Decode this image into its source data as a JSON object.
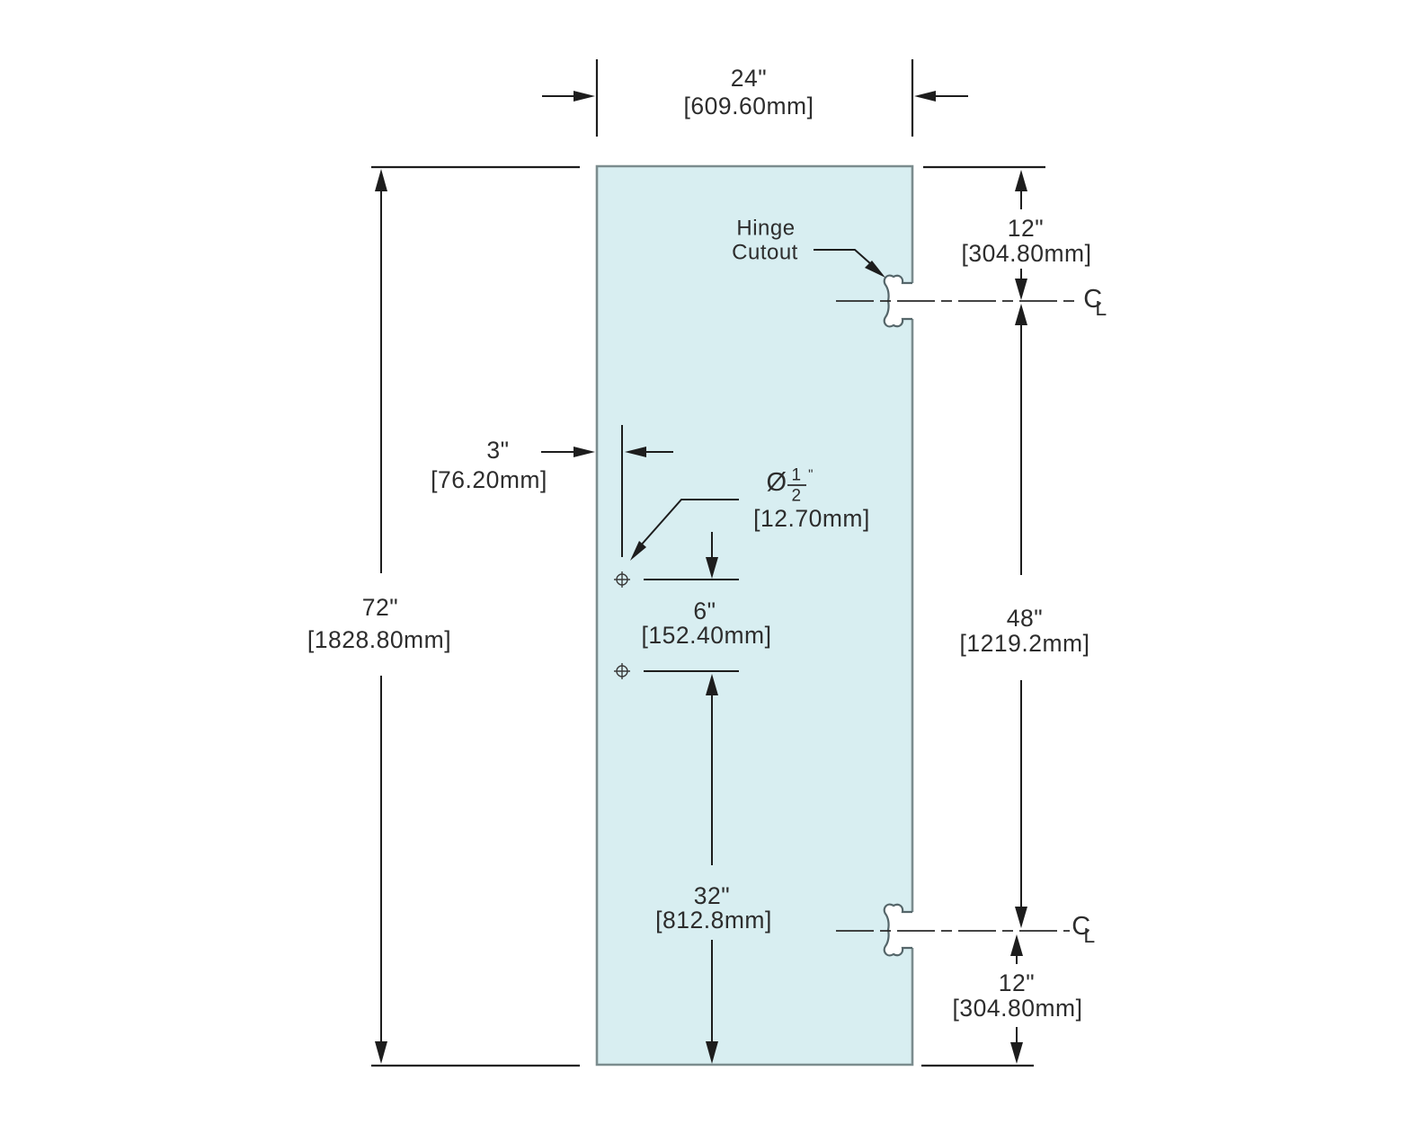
{
  "drawing": {
    "labels": {
      "hinge_cutout_line1": "Hinge",
      "hinge_cutout_line2": "Cutout",
      "centerline_c": "C",
      "centerline_l": "L"
    },
    "dims": {
      "door_width_in": "24\"",
      "door_width_mm": "[609.60mm]",
      "door_height_in": "72\"",
      "door_height_mm": "[1828.80mm]",
      "top_to_hinge_in": "12\"",
      "top_to_hinge_mm": "[304.80mm]",
      "hinge_spacing_in": "48\"",
      "hinge_spacing_mm": "[1219.2mm]",
      "hinge_to_bottom_in": "12\"",
      "hinge_to_bottom_mm": "[304.80mm]",
      "edge_to_holes_in": "3\"",
      "edge_to_holes_mm": "[76.20mm]",
      "hole_spacing_in": "6\"",
      "hole_spacing_mm": "[152.40mm]",
      "holes_to_bottom_in": "32\"",
      "holes_to_bottom_mm": "[812.8mm]",
      "hole_dia_symbol": "Ø",
      "hole_dia_numerator": "1",
      "hole_dia_denominator": "2",
      "hole_dia_unit": "\"",
      "hole_dia_mm": "[12.70mm]"
    },
    "colors": {
      "door_fill": "#d8eef1",
      "door_stroke": "#7b8c8e",
      "line": "#1d1d1d",
      "text": "#2d2d2d"
    }
  }
}
